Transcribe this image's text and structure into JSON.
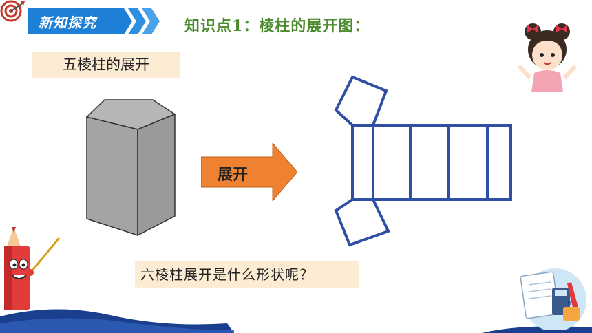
{
  "header": {
    "title": "新知探究"
  },
  "section_heading": "知识点1：棱柱的展开图：",
  "subtitle": "五棱柱的展开",
  "arrow_label": "展开",
  "question": "六棱柱展开是什么形状呢？",
  "colors": {
    "banner_blue": "#1d7fd6",
    "heading_green": "#4c8a2e",
    "box_fill": "#fdecd4",
    "arrow_orange": "#ee8230",
    "net_blue": "#2e4fa3",
    "prism_gray": "#a4a4a4"
  },
  "icons": [
    "target-icon",
    "girl-character",
    "pencil-mascot",
    "math-tools-icon",
    "wave-decoration"
  ]
}
